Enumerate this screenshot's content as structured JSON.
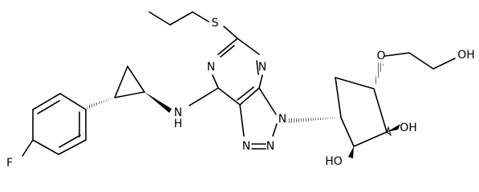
{
  "molecule": {
    "atoms": {
      "S": "S",
      "N_ring_a": "N",
      "N_ring_b": "N",
      "N_ring_c": "N",
      "N_triazole_1": "N",
      "N_triazole_2": "N",
      "NH": "N",
      "H_of_NH": "H",
      "F": "F",
      "O_ether": "O",
      "OH_terminal": "OH",
      "OH_right": "OH",
      "HO_bottom": "HO"
    }
  }
}
